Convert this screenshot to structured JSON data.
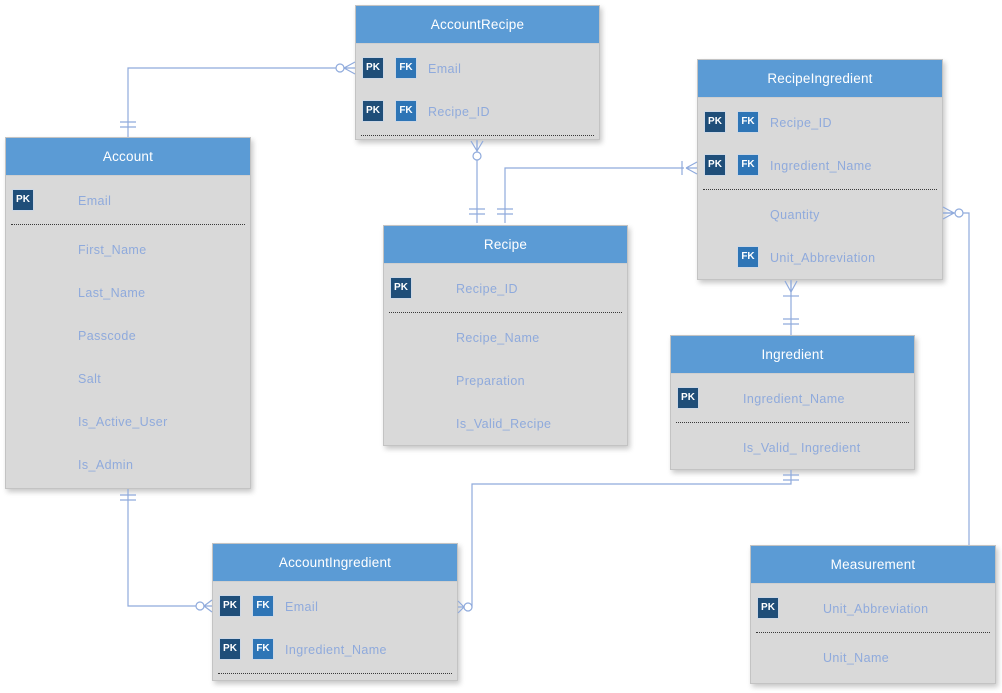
{
  "diagram": {
    "type": "entity-relationship-diagram"
  },
  "badges": {
    "pk": "PK",
    "fk": "FK"
  },
  "colors": {
    "table_header": "#5b9bd5",
    "table_body": "#d9d9d9",
    "pk_badge": "#1f4e79",
    "fk_badge": "#2e75b6",
    "field_text": "#8faadc",
    "connector_line": "#8faadc",
    "header_text": "#ffffff"
  },
  "tables": [
    {
      "title": "AccountRecipe",
      "rows": [
        {
          "name": "Email",
          "pk": true,
          "fk": true
        },
        {
          "name": "Recipe_ID",
          "pk": true,
          "fk": true
        }
      ]
    },
    {
      "title": "RecipeIngredient",
      "rows": [
        {
          "name": "Recipe_ID",
          "pk": true,
          "fk": true
        },
        {
          "name": "Ingredient_Name",
          "pk": true,
          "fk": true
        },
        {
          "name": "Quantity",
          "pk": false,
          "fk": false
        },
        {
          "name": "Unit_Abbreviation",
          "pk": false,
          "fk": true
        }
      ]
    },
    {
      "title": "Account",
      "rows": [
        {
          "name": "Email",
          "pk": true,
          "fk": false
        },
        {
          "name": "First_Name",
          "pk": false,
          "fk": false
        },
        {
          "name": "Last_Name",
          "pk": false,
          "fk": false
        },
        {
          "name": "Passcode",
          "pk": false,
          "fk": false
        },
        {
          "name": "Salt",
          "pk": false,
          "fk": false
        },
        {
          "name": "Is_Active_User",
          "pk": false,
          "fk": false
        },
        {
          "name": "Is_Admin",
          "pk": false,
          "fk": false
        }
      ]
    },
    {
      "title": "Recipe",
      "rows": [
        {
          "name": "Recipe_ID",
          "pk": true,
          "fk": false
        },
        {
          "name": "Recipe_Name",
          "pk": false,
          "fk": false
        },
        {
          "name": "Preparation",
          "pk": false,
          "fk": false
        },
        {
          "name": "Is_Valid_Recipe",
          "pk": false,
          "fk": false
        }
      ]
    },
    {
      "title": "Ingredient",
      "rows": [
        {
          "name": "Ingredient_Name",
          "pk": true,
          "fk": false
        },
        {
          "name": "Is_Valid_ Ingredient",
          "pk": false,
          "fk": false
        }
      ]
    },
    {
      "title": "AccountIngredient",
      "rows": [
        {
          "name": "Email",
          "pk": true,
          "fk": true
        },
        {
          "name": "Ingredient_Name",
          "pk": true,
          "fk": true
        }
      ]
    },
    {
      "title": "Measurement",
      "rows": [
        {
          "name": "Unit_Abbreviation",
          "pk": true,
          "fk": false
        },
        {
          "name": "Unit_Name",
          "pk": false,
          "fk": false
        }
      ]
    }
  ],
  "relationships": [
    {
      "from": "Account",
      "to": "AccountRecipe",
      "from_cardinality": "exactly-one",
      "to_cardinality": "zero-or-many"
    },
    {
      "from": "Recipe",
      "to": "AccountRecipe",
      "from_cardinality": "exactly-one",
      "to_cardinality": "zero-or-many"
    },
    {
      "from": "Recipe",
      "to": "RecipeIngredient",
      "from_cardinality": "exactly-one",
      "to_cardinality": "one-or-many"
    },
    {
      "from": "Ingredient",
      "to": "RecipeIngredient",
      "from_cardinality": "exactly-one",
      "to_cardinality": "one-or-many"
    },
    {
      "from": "Measurement",
      "to": "RecipeIngredient",
      "from_cardinality": "unspecified",
      "to_cardinality": "zero-or-many"
    },
    {
      "from": "Ingredient",
      "to": "AccountIngredient",
      "from_cardinality": "exactly-one",
      "to_cardinality": "zero-or-many"
    },
    {
      "from": "Account",
      "to": "AccountIngredient",
      "from_cardinality": "exactly-one",
      "to_cardinality": "zero-or-many"
    }
  ]
}
